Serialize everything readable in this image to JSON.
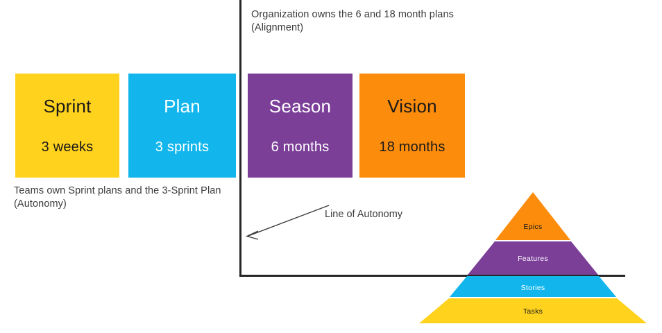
{
  "notes": {
    "alignment": "Organization owns the 6 and 18 month plans\n(Alignment)",
    "autonomy": "Teams own Sprint plans and the 3-Sprint Plan\n(Autonomy)",
    "line_of_autonomy": "Line of Autonomy"
  },
  "cards": [
    {
      "id": "sprint",
      "title": "Sprint",
      "subtitle": "3 weeks",
      "bg": "#FFD21E",
      "fg": "#1a1a1a"
    },
    {
      "id": "plan",
      "title": "Plan",
      "subtitle": "3 sprints",
      "bg": "#12B6EC",
      "fg": "#ffffff"
    },
    {
      "id": "season",
      "title": "Season",
      "subtitle": "6 months",
      "bg": "#7B3F98",
      "fg": "#ffffff"
    },
    {
      "id": "vision",
      "title": "Vision",
      "subtitle": "18 months",
      "bg": "#FC8C0C",
      "fg": "#1a1a1a"
    }
  ],
  "pyramid": {
    "tiers": [
      {
        "label": "Epics",
        "color": "#FC8C0C",
        "text_color": "#1a1a1a"
      },
      {
        "label": "Features",
        "color": "#7B3F98",
        "text_color": "#ffffff"
      },
      {
        "label": "Stories",
        "color": "#12B6EC",
        "text_color": "#ffffff"
      },
      {
        "label": "Tasks",
        "color": "#FFD21E",
        "text_color": "#1a1a1a"
      }
    ]
  },
  "colors": {
    "axis": "#262626",
    "background": "#ffffff",
    "note_text": "#3b3b3b"
  }
}
